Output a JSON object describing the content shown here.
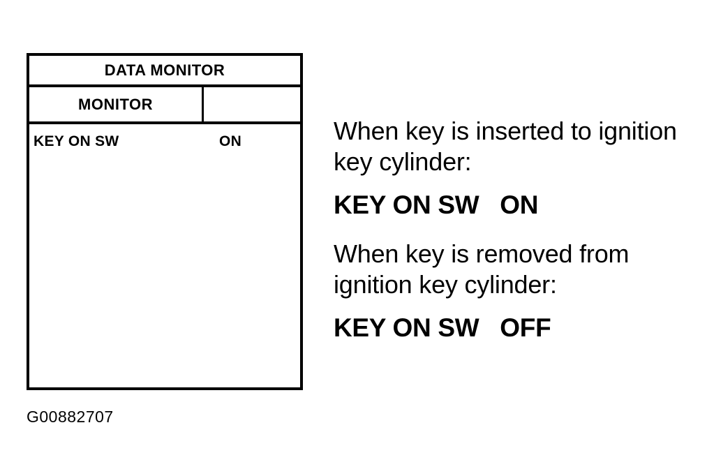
{
  "figure": {
    "caption": "G00882707"
  },
  "monitor_table": {
    "title": "DATA MONITOR",
    "header": {
      "monitor_label": "MONITOR",
      "value_label": ""
    },
    "rows": [
      {
        "name": "KEY ON SW",
        "value": "ON"
      }
    ]
  },
  "notes": [
    {
      "condition": "When key is inserted to ignition key cylinder:",
      "result": "KEY ON SW   ON"
    },
    {
      "condition": "When key is removed from ignition key cylinder:",
      "result": "KEY ON SW   OFF"
    }
  ]
}
